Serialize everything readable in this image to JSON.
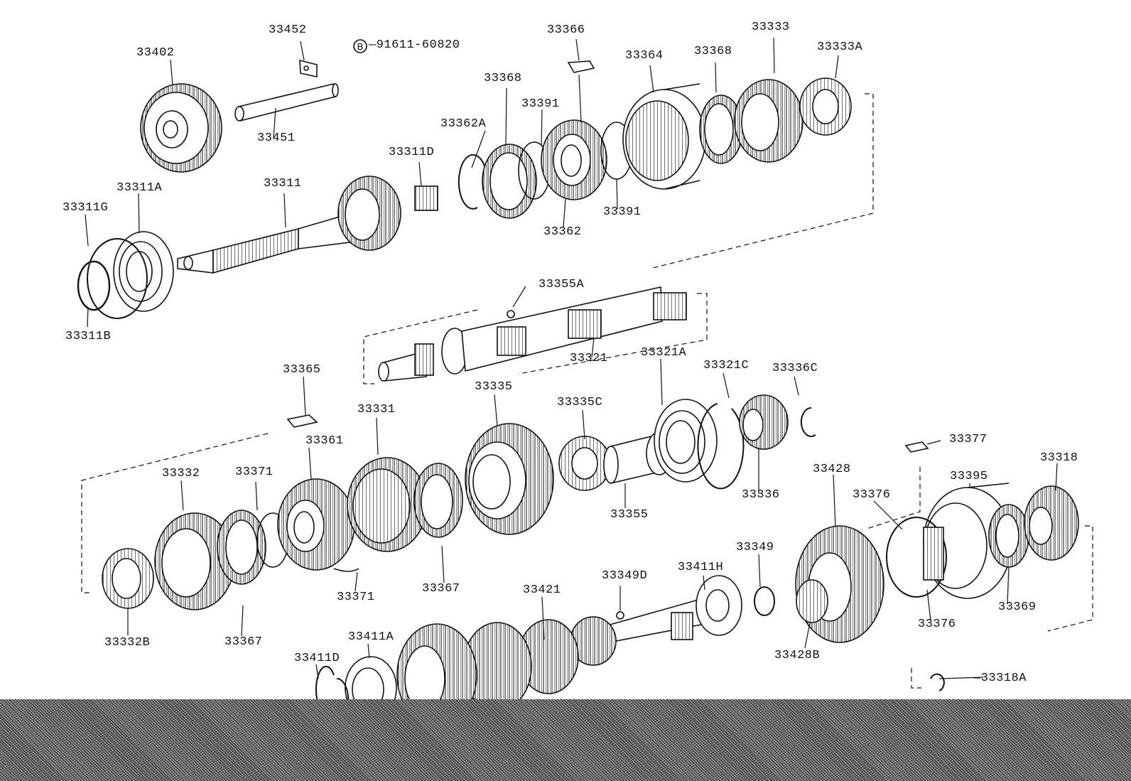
{
  "colors": {
    "ink": "#111111",
    "paper": "#ffffff",
    "noise": "#8c8c8c"
  },
  "callouts": {
    "p33402": "33402",
    "p33452": "33452",
    "p33451": "33451",
    "p91611": "—91611-60820",
    "p33366": "33366",
    "p33333": "33333",
    "p33333A": "33333A",
    "p33364": "33364",
    "p33368a": "33368",
    "p33368b": "33368",
    "p33391a": "33391",
    "p33391b": "33391",
    "p33362A": "33362A",
    "p33362": "33362",
    "p33311D": "33311D",
    "p33311": "33311",
    "p33311A": "33311A",
    "p33311G": "33311G",
    "p33311B": "33311B",
    "p33355A": "33355A",
    "p33321": "33321",
    "p33321A": "33321A",
    "p33321C": "33321C",
    "p33336C": "33336C",
    "p33365": "33365",
    "p33335": "33335",
    "p33335C": "33335C",
    "p33331": "33331",
    "p33361": "33361",
    "p33332": "33332",
    "p33371a": "33371",
    "p33371b": "33371",
    "p33367a": "33367",
    "p33367b": "33367",
    "p33355": "33355",
    "p33336": "33336",
    "p33377": "33377",
    "p33318": "33318",
    "p33395": "33395",
    "p33428": "33428",
    "p33376a": "33376",
    "p33376b": "33376",
    "p33369": "33369",
    "p33349": "33349",
    "p33349D": "33349D",
    "p33411H": "33411H",
    "p33421": "33421",
    "p33411A": "33411A",
    "p33411D": "33411D",
    "p33428B": "33428B",
    "p33332B": "33332B",
    "p33318A": "—33318A"
  },
  "symbols": {
    "bolt_marker": "B"
  }
}
